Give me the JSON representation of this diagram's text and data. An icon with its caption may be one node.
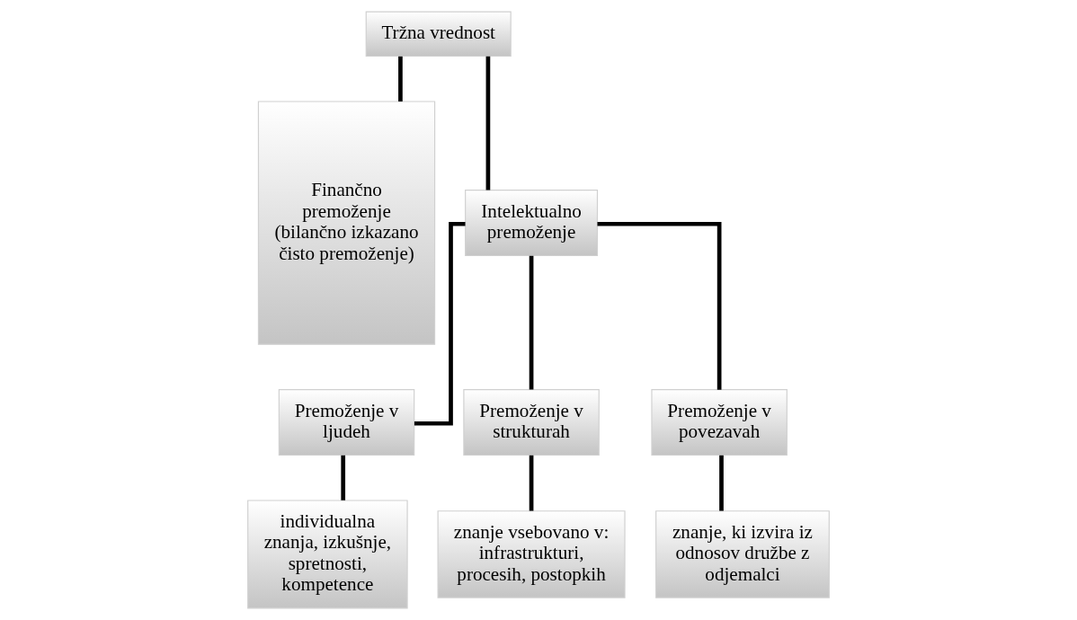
{
  "diagram": {
    "nodes": [
      {
        "text": [
          "Tržna vrednost"
        ]
      },
      {
        "text": [
          "Finančno premoženje (bilančno izkazano čisto premoženje)"
        ]
      },
      {
        "text": [
          "Intelektualno premoženje"
        ]
      },
      {
        "text": [
          "Premoženje v ljudeh"
        ]
      },
      {
        "text": [
          "Premoženje v strukturah"
        ]
      },
      {
        "text": [
          "Premoženje v povezavah"
        ]
      },
      {
        "text": [
          "individualna znanja, izkušnje, spretnosti, kompetence"
        ]
      },
      {
        "text": [
          "znanje vsebovano v: infrastrukturi, procesih, postopkih"
        ]
      },
      {
        "text": [
          "znanje, ki izvira iz odnosov družbe z odjemalci"
        ]
      }
    ],
    "edges": [
      {
        "from": 0,
        "to": 1,
        "arrow": "none"
      },
      {
        "from": 0,
        "to": 2,
        "arrow": "none"
      },
      {
        "from": 2,
        "to": 3,
        "arrow": "none"
      },
      {
        "from": 2,
        "to": 4,
        "arrow": "none"
      },
      {
        "from": 2,
        "to": 5,
        "arrow": "none"
      },
      {
        "from": 3,
        "to": 6,
        "arrow": "none"
      },
      {
        "from": 4,
        "to": 7,
        "arrow": "none"
      },
      {
        "from": 5,
        "to": 8,
        "arrow": "none"
      }
    ]
  }
}
